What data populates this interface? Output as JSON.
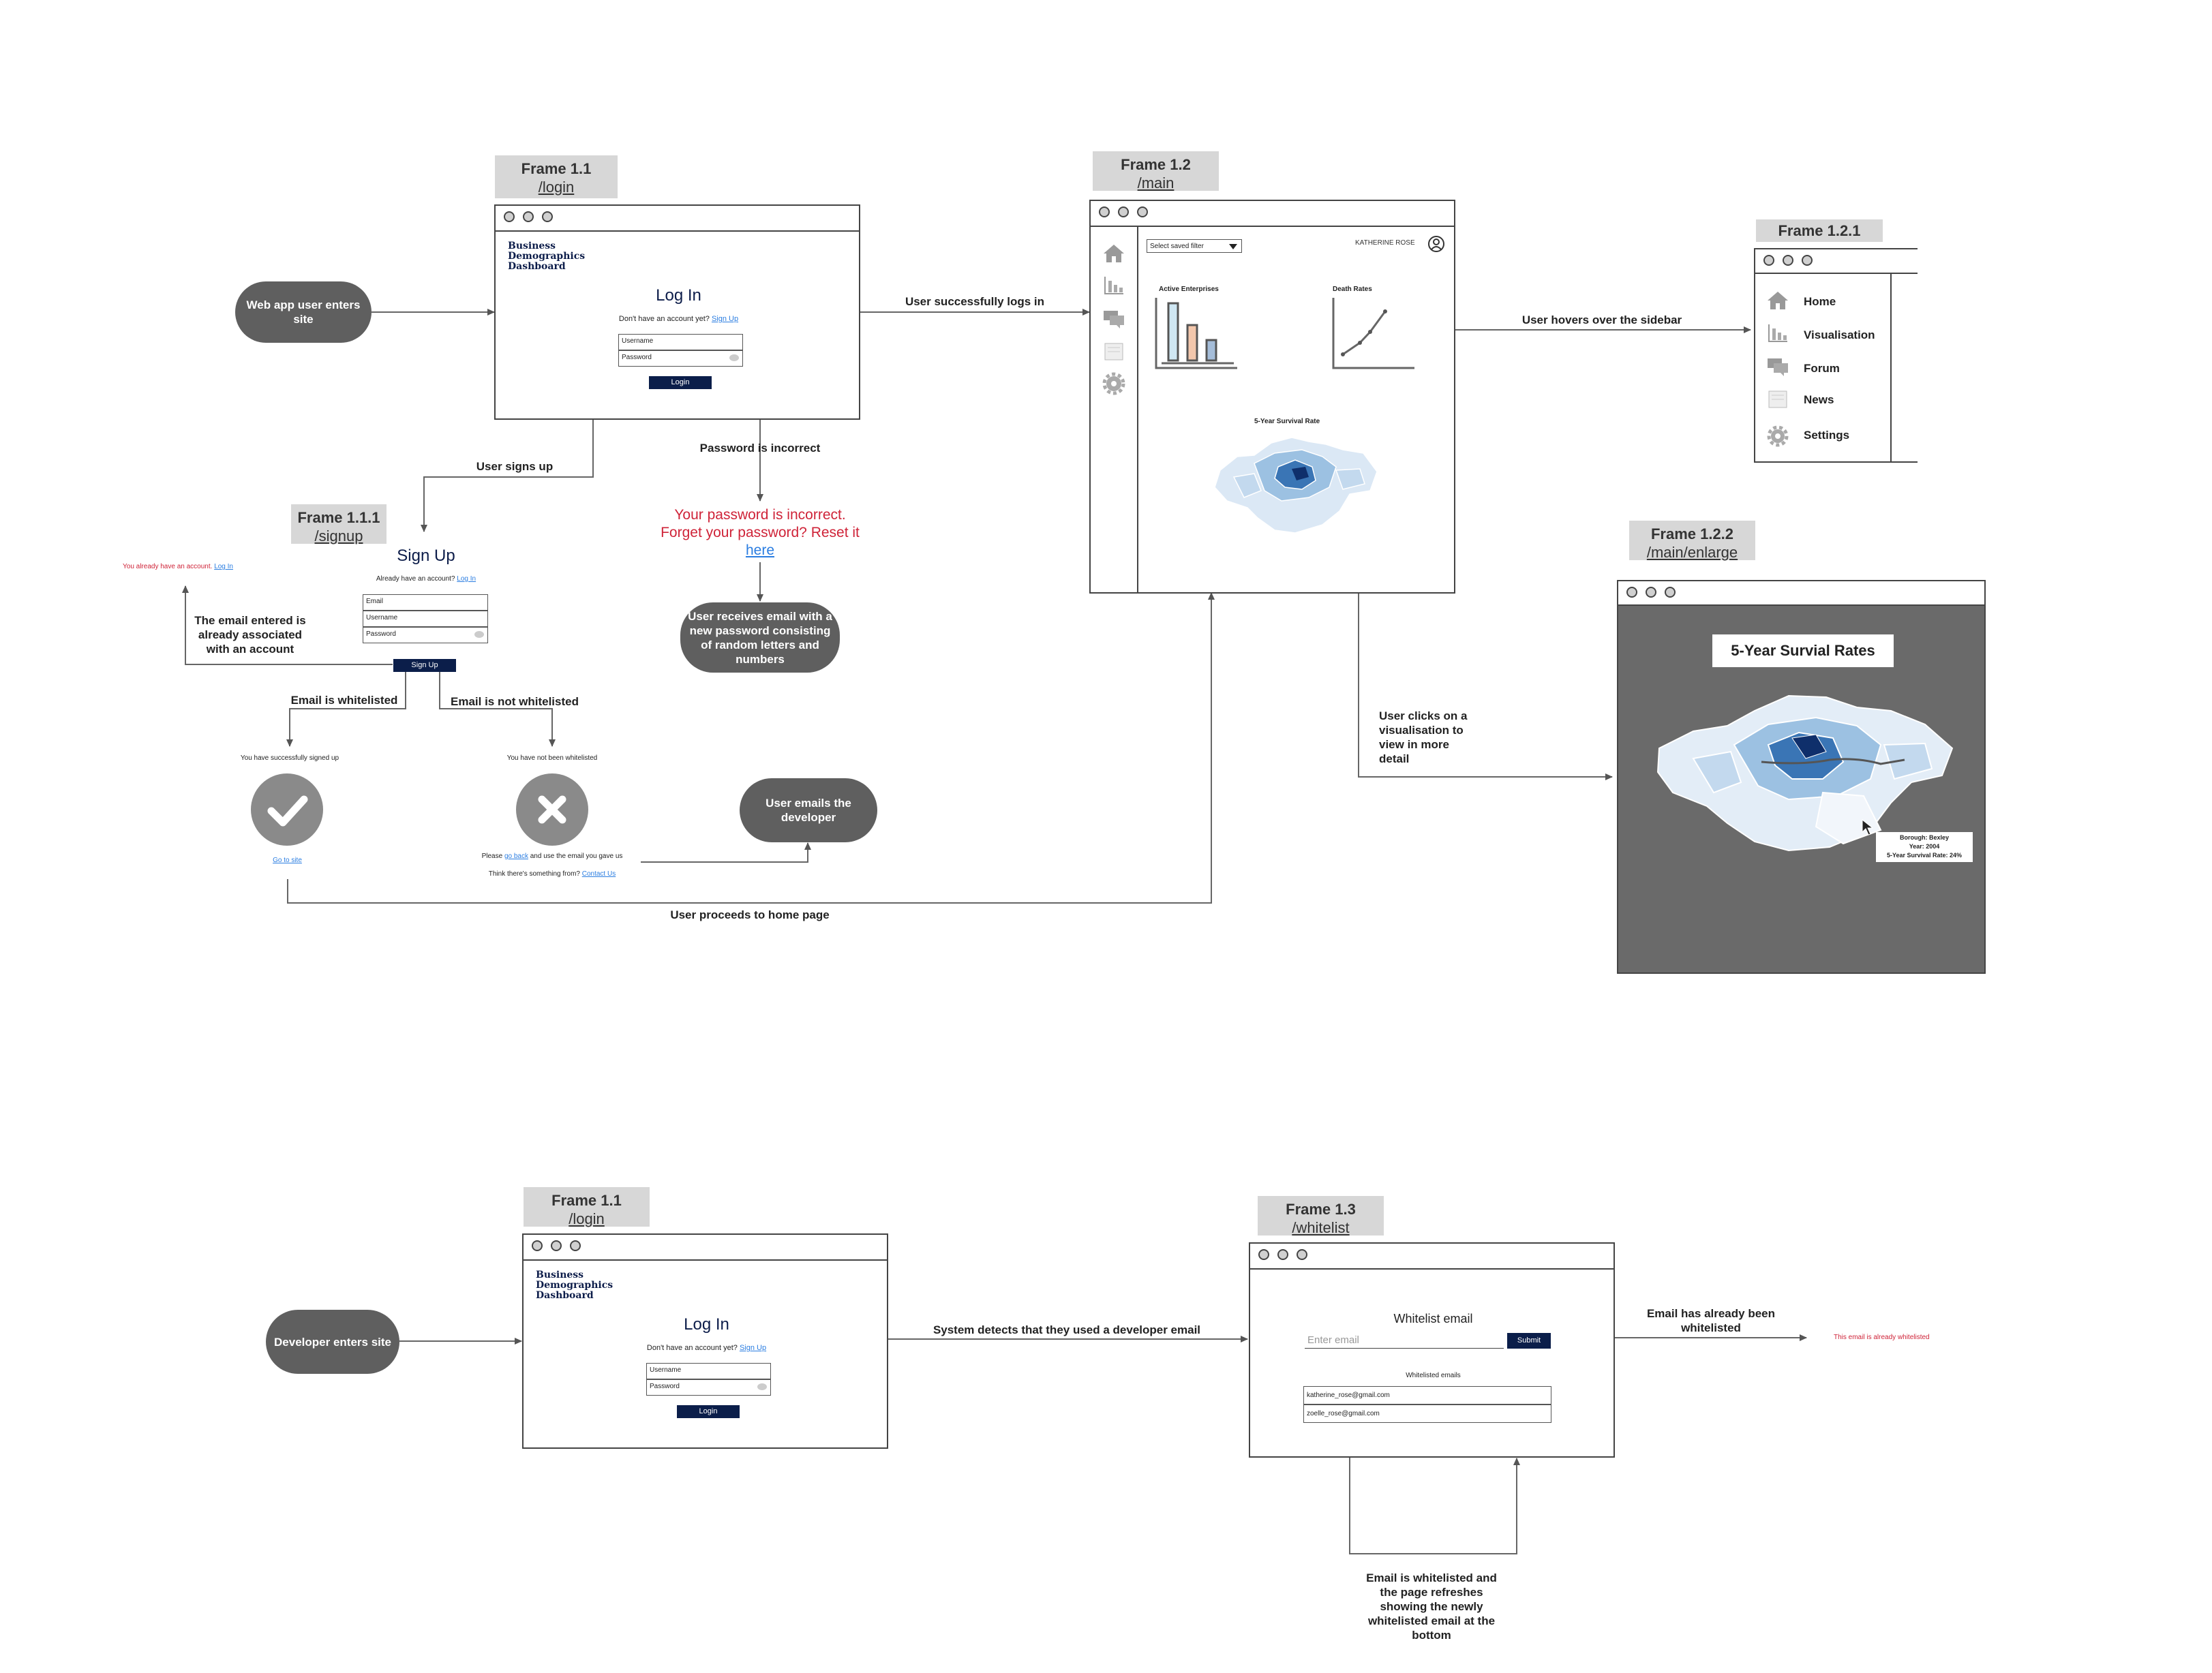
{
  "tags": {
    "f11": {
      "title": "Frame 1.1",
      "route": "/login"
    },
    "f12": {
      "title": "Frame 1.2",
      "route": "/main"
    },
    "f121": {
      "title": "Frame 1.2.1",
      "route": ""
    },
    "f111": {
      "title": "Frame 1.1.1",
      "route": "/signup"
    },
    "f122": {
      "title": "Frame 1.2.2",
      "route": "/main/enlarge"
    },
    "f11b": {
      "title": "Frame 1.1",
      "route": "/login"
    },
    "f13": {
      "title": "Frame 1.3",
      "route": "/whitelist"
    }
  },
  "pills": {
    "web_user": "Web app user enters site",
    "reset_email": "User receives email with a new password consisting of random letters and numbers",
    "email_dev": "User emails the developer",
    "dev_enters": "Developer enters site"
  },
  "labels": {
    "logs_in": "User successfully logs in",
    "hovers": "User hovers over the sidebar",
    "signs_up": "User signs up",
    "pw_incorrect": "Password is incorrect",
    "already_assoc": "The email entered is already associated with an account",
    "whitelisted": "Email is whitelisted",
    "not_whitelisted": "Email is not whitelisted",
    "clicks_vis": "User clicks on a visualisation to view in more detail",
    "proceeds_home": "User proceeds to home page",
    "dev_email": "System detects that they used a developer email",
    "already_whitelisted": "Email has already been whitelisted",
    "refreshes": "Email is whitelisted and the page refreshes showing the newly whitelisted email at the bottom"
  },
  "login": {
    "brand_1": "Business",
    "brand_2": "Demographics",
    "brand_3": "Dashboard",
    "title": "Log In",
    "no_account": "Don't have an account yet?",
    "signup_link": "Sign Up",
    "username_placeholder": "Username",
    "password_placeholder": "Password",
    "button": "Login"
  },
  "pw_error": {
    "line1": "Your password is incorrect.",
    "line2": "Forget your password? Reset it",
    "link": "here"
  },
  "signup": {
    "already_msg": "You already have an account.",
    "already_link": "Log In",
    "title": "Sign Up",
    "already_q": "Already have an account?",
    "login_link": "Log In",
    "email": "Email",
    "username": "Username",
    "password": "Password",
    "button": "Sign Up",
    "success": "You have successfully signed up",
    "go_to_site": "Go to site",
    "not_whitelisted": "You have not been whitelisted",
    "please": "Please",
    "go_back": "go back",
    "use_email": "and use the email you gave us",
    "think_wrong": "Think there's something from?",
    "contact": "Contact Us"
  },
  "dashboard": {
    "filter": "Select saved filter",
    "user": "KATHERINE ROSE",
    "active": "Active Enterprises",
    "death": "Death Rates",
    "survival": "5-Year Survival Rate"
  },
  "sidebar": {
    "items": [
      {
        "label": "Home",
        "icon": "home-icon"
      },
      {
        "label": "Visualisation",
        "icon": "bar-chart-icon"
      },
      {
        "label": "Forum",
        "icon": "chat-icon"
      },
      {
        "label": "News",
        "icon": "news-icon"
      },
      {
        "label": "Settings",
        "icon": "gear-icon"
      }
    ]
  },
  "enlarge": {
    "title": "5-Year Survial Rates",
    "tooltip_1": "Borough: Bexley",
    "tooltip_2": "Year: 2004",
    "tooltip_3": "5-Year Survival Rate: 24%"
  },
  "whitelist": {
    "title": "Whitelist email",
    "placeholder": "Enter email",
    "submit": "Submit",
    "list_title": "Whitelisted emails",
    "emails": [
      "katherine_rose@gmail.com",
      "zoelle_rose@gmail.com"
    ],
    "already_msg": "This email is already whitelisted"
  },
  "colors": {
    "pill": "#5f5f5f",
    "tag": "#d7d7d7",
    "navy": "#0b1e4a",
    "error_red": "#cf2338",
    "link_blue": "#2a7de1"
  }
}
